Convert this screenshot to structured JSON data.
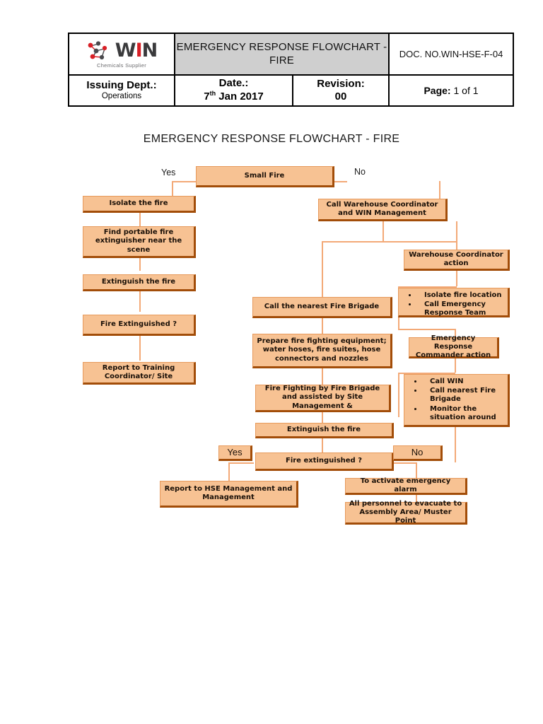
{
  "header": {
    "logo": {
      "word_a": "W",
      "word_i": "I",
      "word_n": "N",
      "tagline": "Chemicals Supplier"
    },
    "doc_title": "EMERGENCY RESPONSE FLOWCHART - FIRE",
    "doc_no": "DOC. NO.WIN-HSE-F-04",
    "issuing_dept_label": "Issuing Dept.:",
    "issuing_dept_value": "Operations",
    "date_label": "Date.:",
    "date_value_day": "7",
    "date_value_sup": "th",
    "date_value_rest": " Jan 2017",
    "revision_label": "Revision:",
    "revision_value": "00",
    "page_label": "Page:",
    "page_value": "1 of 1"
  },
  "chart_title": "EMERGENCY RESPONSE FLOWCHART - FIRE",
  "colors": {
    "box_fill": "#f7c293",
    "box_shadow": "#a24d09",
    "connector": "#f3a977",
    "title_band": "#cfcfcf"
  },
  "labels": {
    "yes_top": "Yes",
    "no_top": "No",
    "yes_bottom": "Yes",
    "no_bottom": "No"
  },
  "nodes": {
    "small_fire": "Small Fire",
    "isolate_fire": "Isolate the fire",
    "find_extinguisher": "Find portable fire extinguisher near the scene",
    "extinguish_left": "Extinguish the fire",
    "fire_extinguished_left": "Fire Extinguished ?",
    "report_training": "Report to Training Coordinator/ Site",
    "call_warehouse": "Call Warehouse  Coordinator and  WIN  Management",
    "call_brigade": "Call the nearest Fire Brigade",
    "prepare_equipment": "Prepare fire fighting equipment; water hoses, fire suites, hose connectors and nozzles",
    "fire_fighting": "Fire Fighting by Fire Brigade and assisted by Site Management &",
    "extinguish_mid": "Extinguish the fire",
    "fire_extinguished_mid": "Fire extinguished ?",
    "report_hse": "Report to HSE Management and Management",
    "activate_alarm": "To activate emergency alarm",
    "evacuate": "All personnel to evacuate to Assembly Area/ Muster Point",
    "warehouse_coordinator": "Warehouse Coordinator action",
    "warehouse_actions": [
      "Isolate fire location",
      "Call Emergency Response Team"
    ],
    "commander": "Emergency Response Commander action",
    "commander_actions": [
      "Call WIN",
      "Call nearest Fire Brigade",
      "Monitor the situation around"
    ]
  }
}
